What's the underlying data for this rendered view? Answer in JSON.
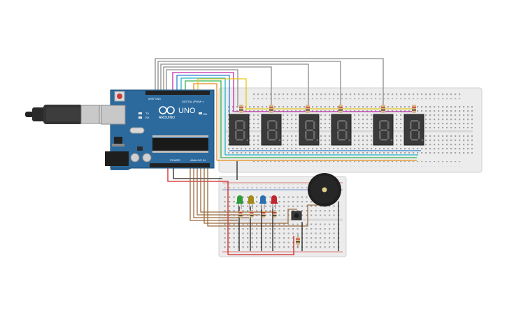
{
  "arduino": {
    "model": "UNO",
    "brand": "ARDUINO",
    "digital_header_label": "DIGITAL (PWM~)",
    "power_label": "POWER",
    "analog_label": "ANALOG IN",
    "tx_label": "TX",
    "rx_label": "RX",
    "on_label": "ON",
    "aref_label": "AREF",
    "gnd_label": "GND",
    "board_color": "#2c6a9e"
  },
  "breadboard_large": {
    "color": "#eeeeee"
  },
  "breadboard_small": {
    "color": "#eeeeee"
  },
  "seven_segment_displays": [
    {
      "id": "display-1"
    },
    {
      "id": "display-2"
    },
    {
      "id": "display-3"
    },
    {
      "id": "display-4"
    },
    {
      "id": "display-5"
    },
    {
      "id": "display-6"
    }
  ],
  "leds": [
    {
      "color_name": "green",
      "color": "#2e9c3a"
    },
    {
      "color_name": "yellow",
      "color": "#a38b1a"
    },
    {
      "color_name": "blue",
      "color": "#2a6fb0"
    },
    {
      "color_name": "red",
      "color": "#c0262c"
    }
  ],
  "components": {
    "buzzer": "piezo-buzzer",
    "pushbutton": "pushbutton",
    "usb_cable": "usb-cable"
  },
  "wire_colors": {
    "red": "#d42121",
    "gray": "#8c8c8c",
    "magenta": "#c02aa8",
    "blue": "#2d7fd0",
    "cyan": "#1db5c9",
    "green": "#34b34a",
    "yellow": "#e6c619",
    "orange": "#e68a1a",
    "brown": "#9a6a3c",
    "black": "#222222"
  }
}
